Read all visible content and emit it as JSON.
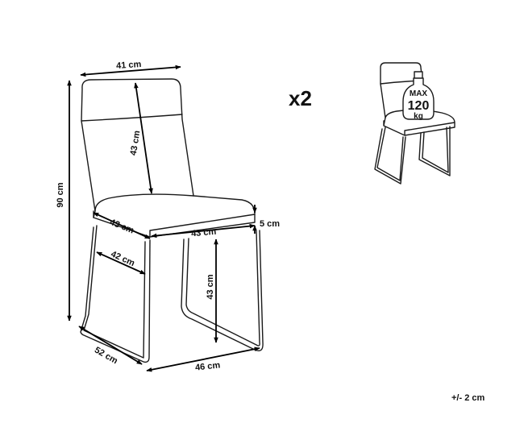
{
  "quantity": "x2",
  "tolerance": "+/- 2 cm",
  "dimensions": {
    "backrest_width": "41 cm",
    "backrest_height": "43 cm",
    "total_height": "90 cm",
    "seat_depth": "43 cm",
    "seat_width": "43 cm",
    "seat_thickness": "5 cm",
    "inner_leg_depth": "42 cm",
    "seat_height": "43 cm",
    "base_depth": "52 cm",
    "base_width": "46 cm"
  },
  "load_badge": {
    "line1": "MAX",
    "line2": "120",
    "line3": "kg"
  },
  "colors": {
    "line": "#1a1a1a",
    "arrow": "#000000",
    "background": "#ffffff"
  }
}
